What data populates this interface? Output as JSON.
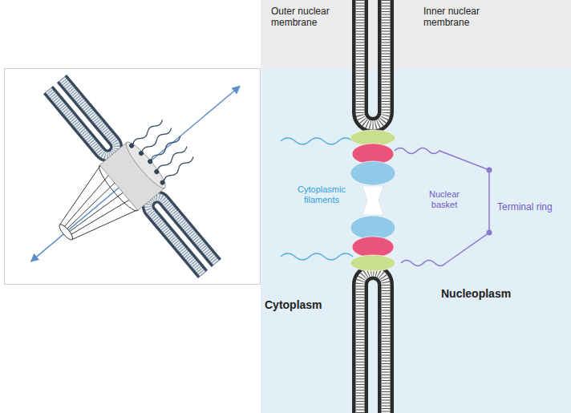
{
  "diagram": {
    "labels": [
      "Outer nuclear membrane",
      "Inner nuclear membrane",
      "Cytoplasmic filaments",
      "Nuclear basket",
      "Terminal ring",
      "Cytoplasm",
      "Nucleoplasm"
    ]
  }
}
